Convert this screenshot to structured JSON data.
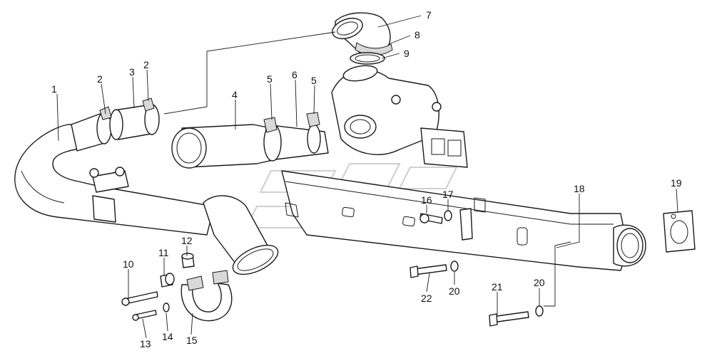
{
  "callouts": [
    {
      "id": "c1",
      "label": "1"
    },
    {
      "id": "c2a",
      "label": "2"
    },
    {
      "id": "c3",
      "label": "3"
    },
    {
      "id": "c2b",
      "label": "2"
    },
    {
      "id": "c4",
      "label": "4"
    },
    {
      "id": "c5a",
      "label": "5"
    },
    {
      "id": "c6",
      "label": "6"
    },
    {
      "id": "c5b",
      "label": "5"
    },
    {
      "id": "c7",
      "label": "7"
    },
    {
      "id": "c8",
      "label": "8"
    },
    {
      "id": "c9",
      "label": "9"
    },
    {
      "id": "c10",
      "label": "10"
    },
    {
      "id": "c11",
      "label": "11"
    },
    {
      "id": "c12",
      "label": "12"
    },
    {
      "id": "c13",
      "label": "13"
    },
    {
      "id": "c14",
      "label": "14"
    },
    {
      "id": "c15",
      "label": "15"
    },
    {
      "id": "c16",
      "label": "16"
    },
    {
      "id": "c17",
      "label": "17"
    },
    {
      "id": "c18",
      "label": "18"
    },
    {
      "id": "c19",
      "label": "19"
    },
    {
      "id": "c20a",
      "label": "20"
    },
    {
      "id": "c20b",
      "label": "20"
    },
    {
      "id": "c21",
      "label": "21"
    },
    {
      "id": "c22",
      "label": "22"
    }
  ],
  "colors": {
    "line": "#1a1a1a",
    "background": "#ffffff",
    "watermark": "#cfcfcf"
  }
}
